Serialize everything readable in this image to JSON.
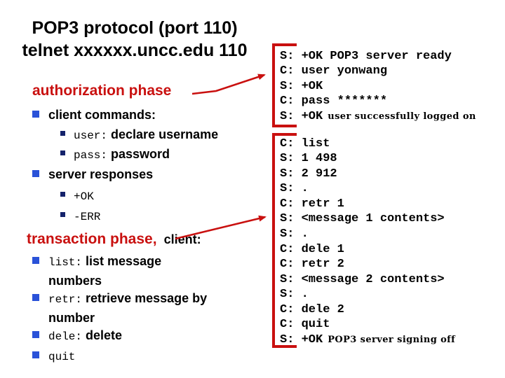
{
  "title": {
    "line1": "POP3 protocol (port 110)",
    "line2": "telnet xxxxxx.uncc.edu 110"
  },
  "authorization": {
    "heading": "authorization phase",
    "client_commands_label": "client commands:",
    "user_cmd": "user:",
    "user_desc": "declare username",
    "pass_cmd": "pass:",
    "pass_desc": "password",
    "server_responses_label": "server responses",
    "ok_response": "+OK",
    "err_response": "-ERR"
  },
  "transaction": {
    "heading_red": "transaction phase,",
    "heading_black": "client:",
    "list_cmd": "list:",
    "list_desc": "list message numbers",
    "retr_cmd": "retr:",
    "retr_desc": "retrieve message by number",
    "dele_cmd": "dele:",
    "dele_desc": "delete",
    "quit_cmd": "quit"
  },
  "terminal": {
    "auth_session": [
      {
        "code": "S: +OK POP3 server ready"
      },
      {
        "code": "C: user yonwang"
      },
      {
        "code": "S: +OK"
      },
      {
        "code": "C: pass *******"
      },
      {
        "code": "S: +OK",
        "note": "user successfully logged on"
      }
    ],
    "transaction_session": [
      {
        "code": "C: list"
      },
      {
        "code": "S: 1 498"
      },
      {
        "code": "S: 2 912"
      },
      {
        "code": "S: ."
      },
      {
        "code": "C: retr 1"
      },
      {
        "code": "S: <message 1 contents>"
      },
      {
        "code": "S: ."
      },
      {
        "code": "C: dele 1"
      },
      {
        "code": "C: retr 2"
      },
      {
        "code": "S: <message 2 contents>"
      },
      {
        "code": "S: ."
      },
      {
        "code": "C: dele 2"
      },
      {
        "code": "C: quit"
      },
      {
        "code": "S: +OK",
        "note": "POP3 server signing off"
      }
    ]
  },
  "colors": {
    "accent_red": "#c9100f",
    "bullet_blue": "#2a52d8",
    "bullet_navy": "#14226b",
    "text_black": "#000000"
  }
}
